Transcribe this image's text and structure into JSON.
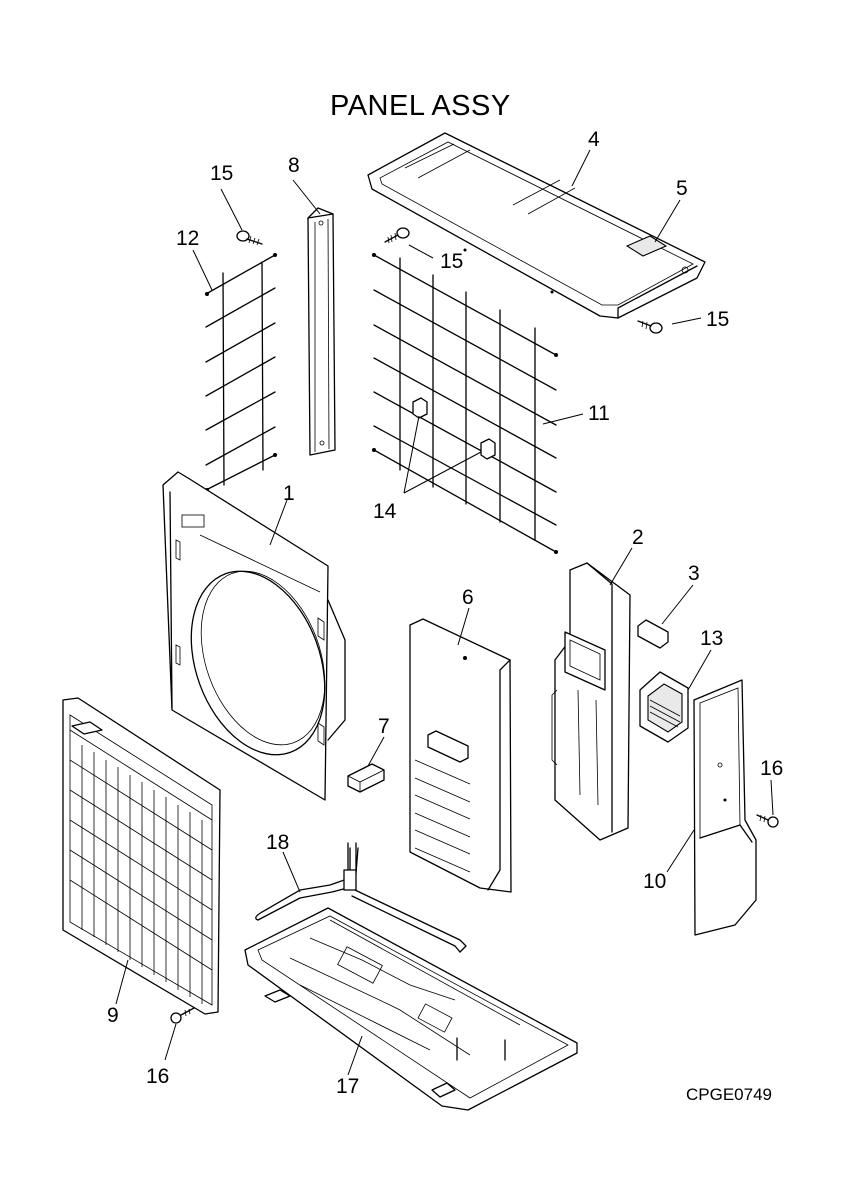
{
  "title": "PANEL ASSY",
  "drawing_code": "CPGE0749",
  "callouts": {
    "c1": "1",
    "c2": "2",
    "c3": "3",
    "c4": "4",
    "c5": "5",
    "c6": "6",
    "c7": "7",
    "c8": "8",
    "c9": "9",
    "c10": "10",
    "c11": "11",
    "c12": "12",
    "c13": "13",
    "c14": "14",
    "c15": "15",
    "c16": "16",
    "c17": "17",
    "c18": "18"
  }
}
